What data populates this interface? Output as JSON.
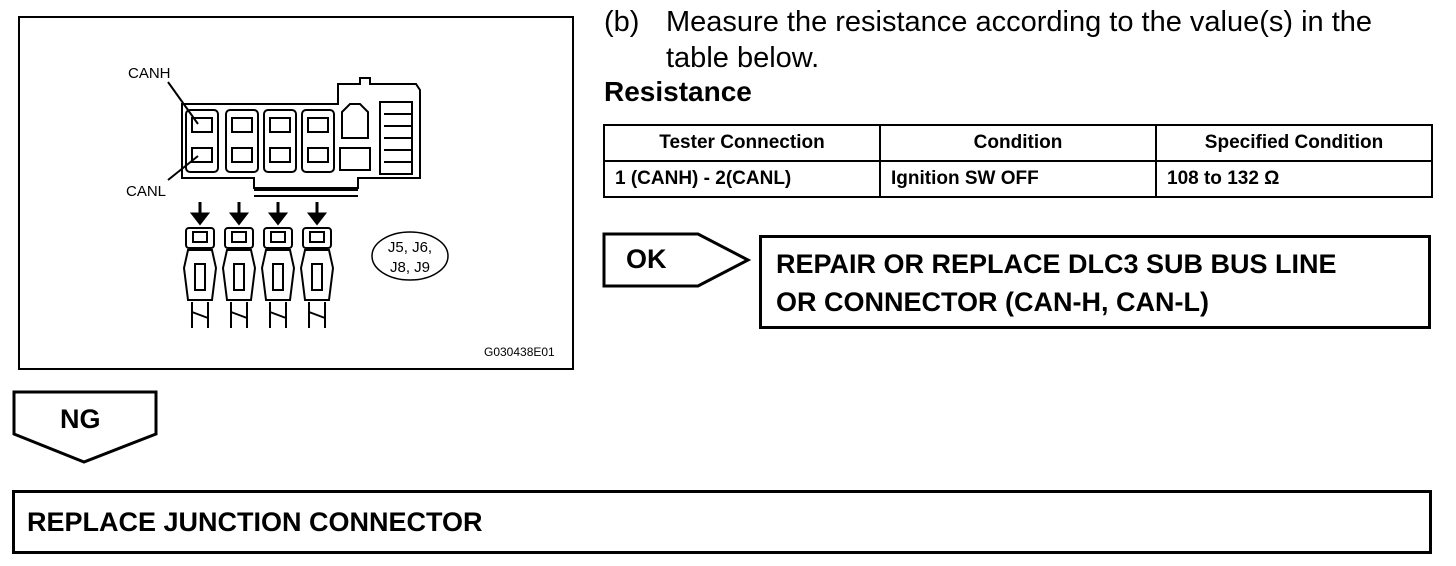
{
  "figure": {
    "callouts": {
      "canh": "CANH",
      "canl": "CANL"
    },
    "terminals_label_line1": "J5, J6,",
    "terminals_label_line2": "J8, J9",
    "figure_code": "G030438E01"
  },
  "step": {
    "label": "(b)",
    "text": "Measure the resistance according to the value(s) in the table below."
  },
  "resistance_heading": "Resistance",
  "table": {
    "headers": [
      "Tester Connection",
      "Condition",
      "Specified Condition"
    ],
    "rows": [
      [
        "1 (CANH) - 2(CANL)",
        "Ignition SW OFF",
        "108 to 132 Ω"
      ]
    ]
  },
  "ok": {
    "label": "OK",
    "result_line1": "REPAIR OR REPLACE DLC3 SUB BUS LINE",
    "result_line2": "OR CONNECTOR (CAN-H, CAN-L)"
  },
  "ng": {
    "label": "NG",
    "result": "REPLACE JUNCTION CONNECTOR"
  }
}
